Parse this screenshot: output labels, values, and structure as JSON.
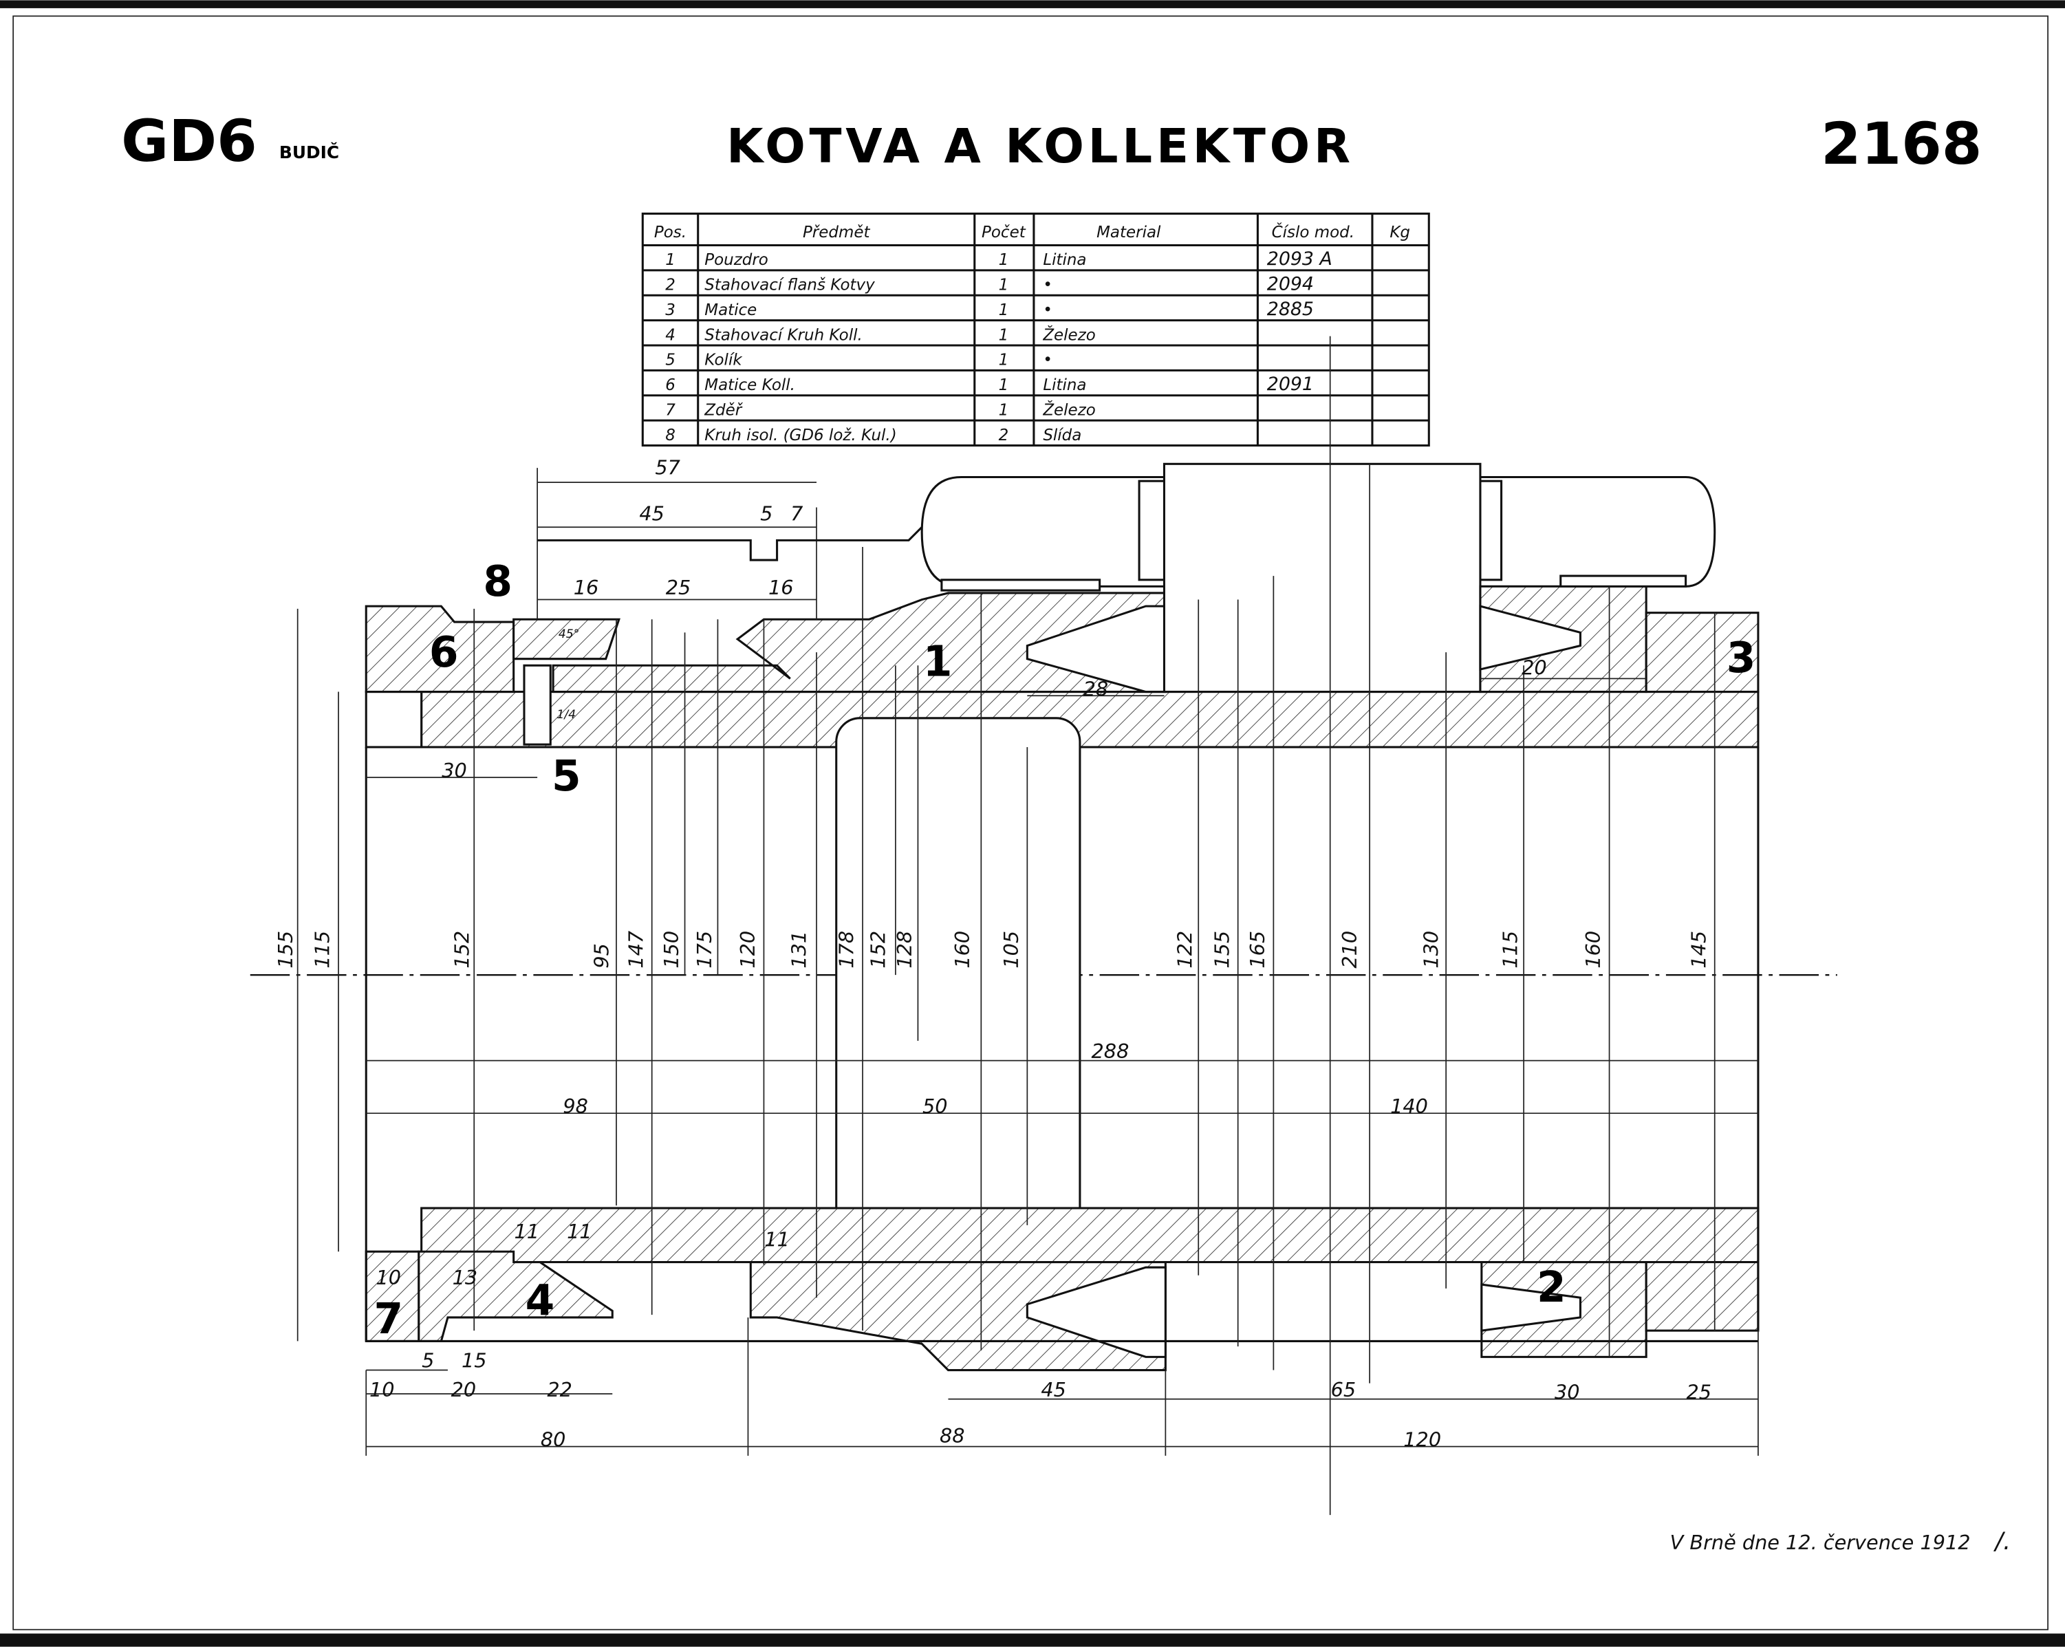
{
  "header": {
    "type_code": "GD6",
    "type_sub": "BUDIČ",
    "title": "KOTVA A KOLLEKTOR",
    "drawing_number": "2168"
  },
  "parts_table": {
    "columns": [
      "Pos.",
      "Předmět",
      "Počet",
      "Material",
      "Číslo mod.",
      "Kg"
    ],
    "rows": [
      [
        "1",
        "Pouzdro",
        "1",
        "Litina",
        "2093 A",
        ""
      ],
      [
        "2",
        "Stahovací flanš Kotvy",
        "1",
        "•",
        "2094",
        ""
      ],
      [
        "3",
        "Matice",
        "1",
        "•",
        "2885",
        ""
      ],
      [
        "4",
        "Stahovací Kruh Koll.",
        "1",
        "Železo",
        "",
        ""
      ],
      [
        "5",
        "Kolík",
        "1",
        "•",
        "",
        ""
      ],
      [
        "6",
        "Matice Koll.",
        "1",
        "Litina",
        "2091",
        ""
      ],
      [
        "7",
        "Zděř",
        "1",
        "Železo",
        "",
        ""
      ],
      [
        "8",
        "Kruh isol. (GD6 lož. Kul.)",
        "2",
        "Slída",
        "",
        ""
      ]
    ]
  },
  "part_markers": [
    "8",
    "6",
    "5",
    "1",
    "3",
    "7",
    "4",
    "2"
  ],
  "dims_vertical": [
    "155",
    "115",
    "152",
    "95",
    "147",
    "150",
    "175",
    "120",
    "131",
    "178",
    "152",
    "128",
    "160",
    "105",
    "122",
    "155",
    "165",
    "210",
    "130",
    "115",
    "160",
    "145"
  ],
  "dims_horizontal": [
    "57",
    "45",
    "5",
    "7",
    "16",
    "25",
    "16",
    "30",
    "28",
    "20",
    "288",
    "98",
    "50",
    "140",
    "10",
    "20",
    "22",
    "5",
    "15",
    "80",
    "88",
    "120",
    "45",
    "65",
    "30",
    "25",
    "11",
    "11",
    "11",
    "10",
    "13",
    "45°",
    "1/4"
  ],
  "footer": {
    "place_date": "V Brně dne 12. července 1912"
  }
}
